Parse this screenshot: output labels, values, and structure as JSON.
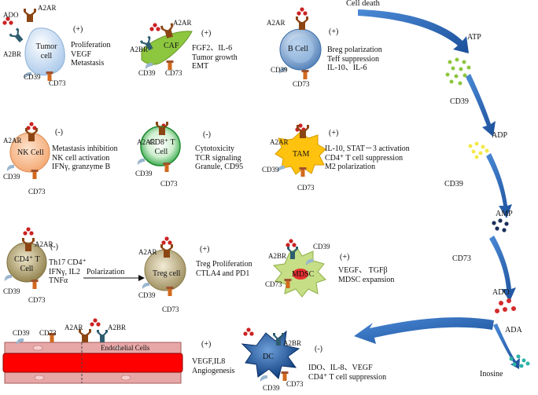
{
  "colors": {
    "tumor": "#d9e8f7",
    "caf": "#8dc63f",
    "bcell": "#7ea8d6",
    "nk": "#f6b98c",
    "cd8": "#39b54a",
    "tam": "#ffc20e",
    "cd4": "#b9a76a",
    "treg": "#c8b98a",
    "mdsc": "#c6de86",
    "mdsc_core": "#e62e2e",
    "endothelial": "#e8a7a7",
    "vessel": "#ff0000",
    "dc": "#1f5da8",
    "receptor": "#8b4513",
    "a2br": "#2f5d70",
    "ligand": "#cc2222",
    "pathway_arrow": "#2a67b8"
  },
  "pathway": {
    "cell_death": "Cell death",
    "atp": "ATP",
    "cd39_a": "CD39",
    "adp": "ADP",
    "cd39_b": "CD39",
    "amp": "AMP",
    "cd73": "CD73",
    "ado": "ADO",
    "ada": "ADA",
    "inosine": "Inosine"
  },
  "tumor": {
    "ado": "ADO",
    "a2ar": "A2AR",
    "a2br": "A2BR",
    "cell": "Tumor cell",
    "cd39": "CD39",
    "cd73": "CD73",
    "sign": "(+)",
    "effects": [
      "Proliferation",
      "VEGF",
      "Metastasis"
    ]
  },
  "caf": {
    "a2ar": "A2AR",
    "a2br": "A2BR",
    "cell": "CAF",
    "cd39": "CD39",
    "cd73": "CD73",
    "sign": "(+)",
    "effects": [
      "FGF2、IL-6",
      "Tumor  growth",
      "EMT"
    ]
  },
  "bcell": {
    "a2ar": "A2AR",
    "cell": "B Cell",
    "cd39": "CD39",
    "cd73": "CD73",
    "sign": "(+)",
    "effects": [
      "Breg polarization",
      "Teff suppression",
      "IL-10、IL-6"
    ]
  },
  "nk": {
    "a2ar": "A2AR",
    "cell": "NK Cell",
    "cd39": "CD39",
    "cd73": "CD73",
    "sign": "(-)",
    "effects": [
      "Metastasis inhibition",
      "NK cell activation",
      "IFNγ, granzyme B"
    ]
  },
  "cd8": {
    "a2ar": "A2AR",
    "cell_line1": "CD8⁺ T",
    "cell_line2": "Cell",
    "cd39": "CD39",
    "cd73": "CD73",
    "sign": "(-)",
    "effects": [
      "Cytotoxicity",
      "TCR signaling",
      "Granule, CD95"
    ]
  },
  "tam": {
    "a2ar": "A2AR",
    "cell": "TAM",
    "cd39": "CD39",
    "cd73": "CD73",
    "sign": "(+)",
    "effects": [
      "IL-10, STAT－3 activation",
      "CD4⁺ T cell suppression",
      "M2 polarization"
    ]
  },
  "cd4": {
    "a2ar": "A2AR",
    "cell_line1": "CD4⁺ T",
    "cell_line2": "Cell",
    "cd39": "CD39",
    "cd73": "CD73",
    "sign": "(-)",
    "effects": [
      "Th17 CD4⁺",
      "IFNγ, IL2",
      "TNFα"
    ],
    "polarization": "Polarization"
  },
  "treg": {
    "a2ar": "A2AR",
    "cell": "Treg  cell",
    "cd39": "CD39",
    "cd73": "CD73",
    "sign": "(+)",
    "effects": [
      "Treg Proliferation",
      "CTLA4 and PD1"
    ]
  },
  "mdsc": {
    "a2br": "A2BR",
    "cell": "MDSC",
    "cd39": "CD39",
    "cd73": "CD73",
    "sign": "(+)",
    "effects": [
      "VEGF、 TGFβ",
      "MDSC expansion"
    ]
  },
  "endo": {
    "cd39": "CD39",
    "cd73": "CD73",
    "a2ar": "A2AR",
    "a2br": "A2BR",
    "label": "Endothelial Cells",
    "sign": "(+)",
    "effects": [
      "VEGF,IL8",
      "Angiogenesis"
    ]
  },
  "dc": {
    "a2br": "A2BR",
    "cell": "DC",
    "cd39": "CD39",
    "cd73": "CD73",
    "sign": "(-)",
    "effects": [
      "IDO、IL-8、VEGF",
      "CD4⁺ T cell suppression"
    ]
  }
}
